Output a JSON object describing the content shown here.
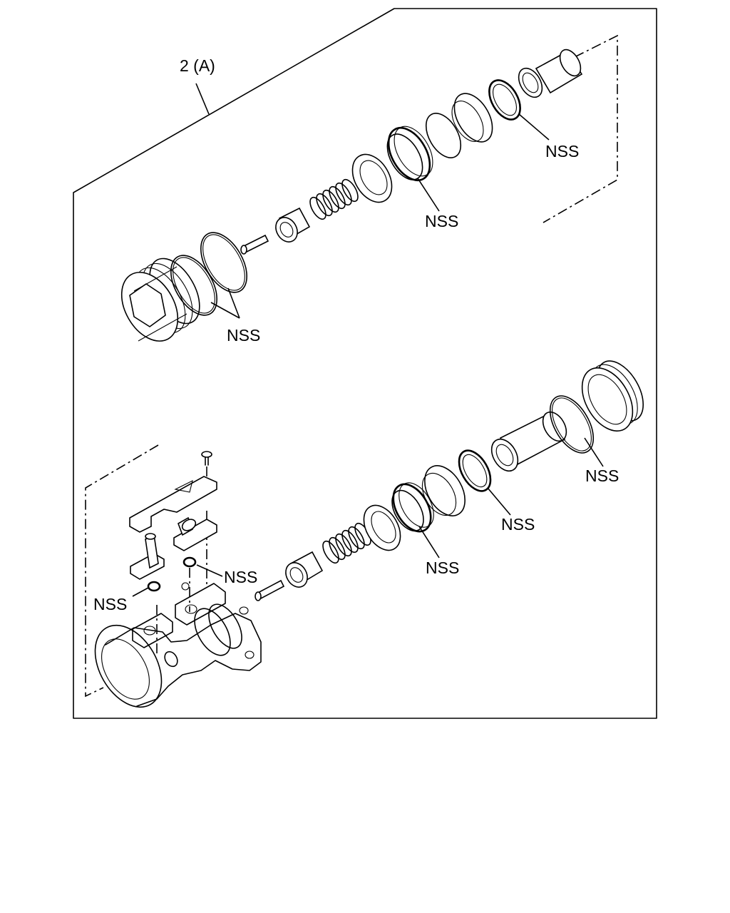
{
  "assembly_label": "2 (A)",
  "callouts": {
    "top_outer_seals": "NSS",
    "top_piston_seal": "NSS",
    "top_end_seal": "NSS",
    "bottom_end_seal": "NSS",
    "bottom_middle_seal": "NSS",
    "bottom_piston_seal": "NSS",
    "bottom_washer_upper": "NSS",
    "bottom_washer_lower": "NSS"
  }
}
